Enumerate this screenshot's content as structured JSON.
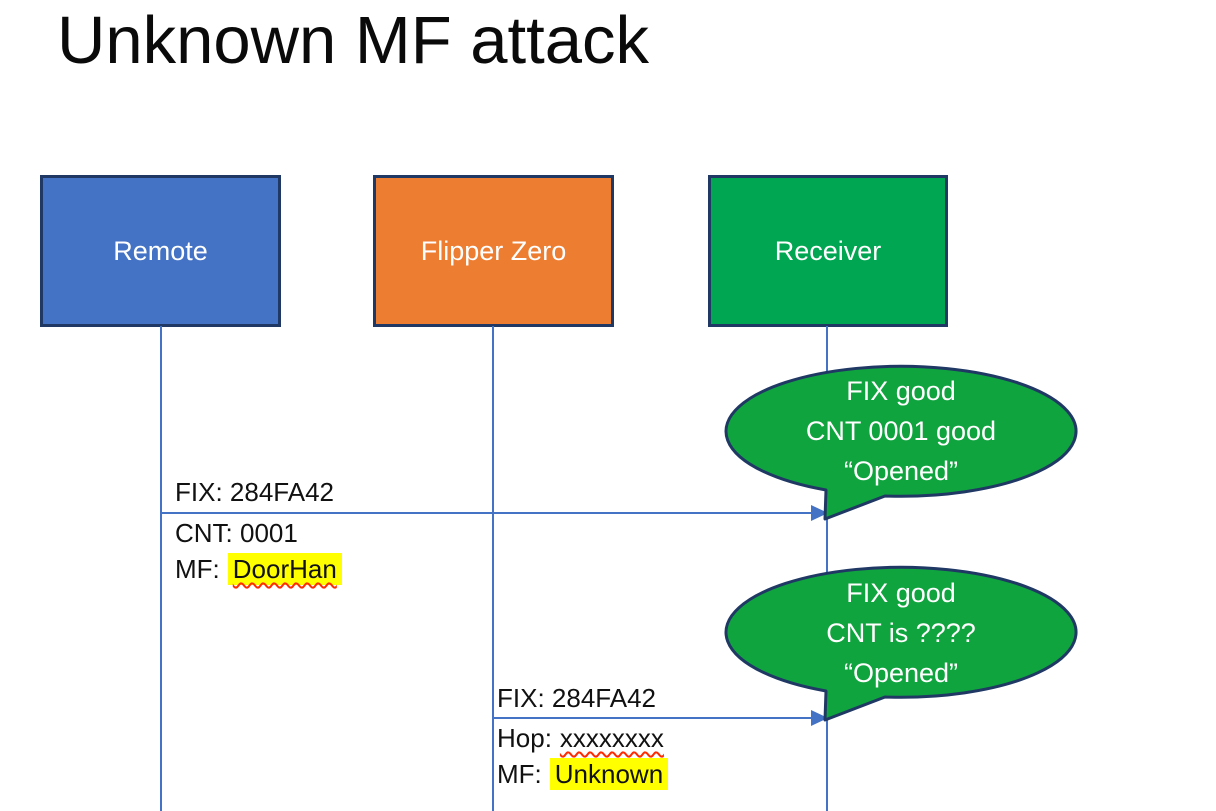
{
  "title": "Unknown MF attack",
  "actors": [
    {
      "id": "remote",
      "label": "Remote",
      "fill": "#4472C4"
    },
    {
      "id": "flipper-zero",
      "label": "Flipper Zero",
      "fill": "#ED7D31"
    },
    {
      "id": "receiver",
      "label": "Receiver",
      "fill": "#00A651"
    }
  ],
  "messages": [
    {
      "from": "Remote",
      "to": "Receiver",
      "label_above": "FIX: 284FA42",
      "label_below_1": {
        "text": "CNT: 0001"
      },
      "label_below_2": {
        "prefix": "MF:",
        "value": "DoorHan",
        "highlighted": true,
        "spellcheck_squiggle": true
      }
    },
    {
      "from": "Flipper Zero",
      "to": "Receiver",
      "label_above": "FIX: 284FA42",
      "label_below_1": {
        "prefix": "Hop:",
        "value": "xxxxxxxx",
        "highlighted": false,
        "spellcheck_squiggle": true
      },
      "label_below_2": {
        "prefix": "MF:",
        "value": "Unknown",
        "highlighted": true,
        "spellcheck_squiggle": false
      }
    }
  ],
  "callouts": [
    {
      "attached_to": "Receiver",
      "lines": [
        "FIX good",
        "CNT 0001 good",
        "“Opened”"
      ]
    },
    {
      "attached_to": "Receiver",
      "lines": [
        "FIX good",
        "CNT is ????",
        "“Opened”"
      ]
    }
  ],
  "colors": {
    "actor_remote_fill": "#4472C4",
    "actor_flipper_fill": "#ED7D31",
    "actor_receiver_fill": "#00A651",
    "callout_fill": "#10A43F",
    "shape_border": "#1F3864",
    "connector": "#4472C4",
    "highlight": "#FFFF00",
    "squiggle": "#FF2A00",
    "text_on_shapes": "#FFFFFF",
    "label_text": "#111111"
  }
}
